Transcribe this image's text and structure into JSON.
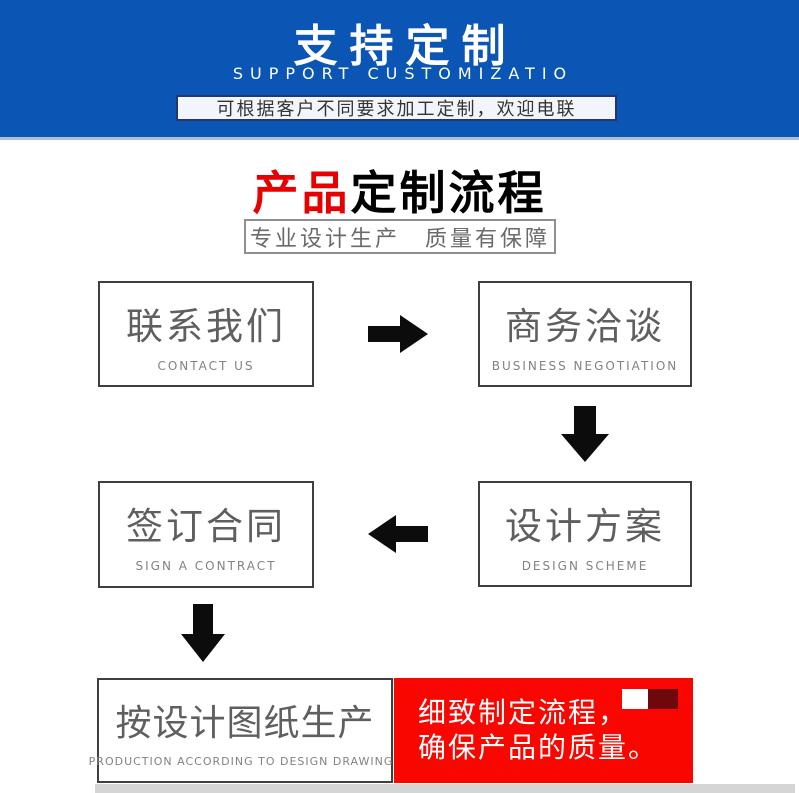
{
  "header": {
    "title": "支持定制",
    "subtitle": "SUPPORT CUSTOMIZATIO",
    "banner": "可根据客户不同要求加工定制，欢迎电联",
    "bg_color": "#0b55b4",
    "banner_bg_color": "#f2f6fc",
    "banner_border_color": "#24366b"
  },
  "section_title": {
    "highlight": "产品",
    "rest": "定制流程",
    "highlight_color": "#e60000"
  },
  "tagline": "专业设计生产　质量有保障",
  "flow": {
    "steps": [
      {
        "zh": "联系我们",
        "en": "CONTACT US"
      },
      {
        "zh": "商务洽谈",
        "en": "BUSINESS NEGOTIATION"
      },
      {
        "zh": "签订合同",
        "en": "SIGN A CONTRACT"
      },
      {
        "zh": "设计方案",
        "en": "DESIGN SCHEME"
      },
      {
        "zh": "按设计图纸生产",
        "en": "PRODUCTION ACCORDING TO DESIGN DRAWINGS"
      }
    ],
    "arrow_color": "#0c0c0c",
    "note": {
      "line1": "细致制定流程，",
      "line2": "确保产品的质量。",
      "bg_color": "#fa0600",
      "swatch_white": "#ffffff",
      "swatch_maroon": "#6e080c"
    }
  }
}
